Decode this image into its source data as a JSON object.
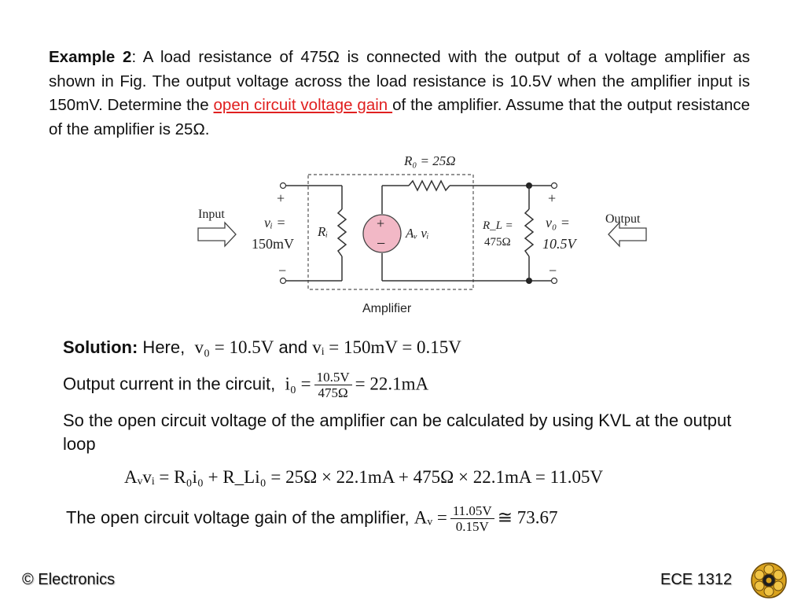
{
  "problem": {
    "label": "Example 2",
    "text_before": ": A load resistance of 475Ω is connected with the output of a voltage amplifier as shown in Fig. The output voltage across the load resistance is 10.5V when the amplifier input is 150mV. Determine the ",
    "highlight": "open circuit voltage gain ",
    "text_after": "of the amplifier. Assume that the output resistance of the amplifier is 25Ω."
  },
  "circuit": {
    "r0_label": "R₀ = 25Ω",
    "input_label": "Input",
    "output_label": "Output",
    "plus": "+",
    "minus": "−",
    "vi_label": "vᵢ =",
    "vi_value": "150mV",
    "ri_label": "Rᵢ",
    "av_label": "Aᵥ vᵢ",
    "rl_label": "R_L =",
    "rl_value": "475Ω",
    "v0_label": "v₀ =",
    "v0_value": "10.5V",
    "amplifier_label": "Amplifier"
  },
  "solution": {
    "heading": "Solution:",
    "line1_here": " Here,",
    "line1_v0": "v₀ = 10.5V",
    "line1_and": " and ",
    "line1_vi": "vᵢ = 150mV = 0.15V",
    "line2_text": "Output current in the circuit,",
    "line2_lhs": "i₀ =",
    "line2_num": "10.5V",
    "line2_den": "475Ω",
    "line2_rhs": "= 22.1mA",
    "line3_text": "So the open circuit voltage of the amplifier can be calculated by using KVL at the output loop",
    "line4_eq": "Aᵥvᵢ = R₀i₀ + R_Li₀ = 25Ω × 22.1mA + 475Ω × 22.1mA = 11.05V",
    "line5_text": "The open circuit voltage gain of the amplifier,",
    "line5_lhs": "Aᵥ =",
    "line5_num": "11.05V",
    "line5_den": "0.15V",
    "line5_rhs": "≅ 73.67"
  },
  "footer": {
    "left": "© Electronics",
    "right": "ECE 1312"
  }
}
